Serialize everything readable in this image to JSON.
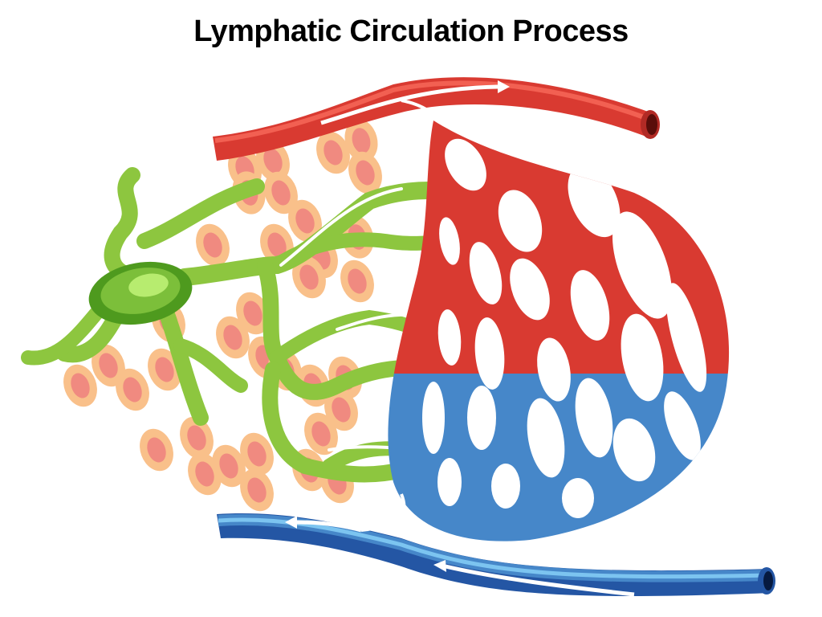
{
  "title": "Lymphatic Circulation Process",
  "colors": {
    "artery": "#d93a31",
    "artery_dark": "#b22a25",
    "artery_light": "#f26052",
    "vein": "#4687c9",
    "vein_dark": "#2456a4",
    "vein_light": "#7cc4f0",
    "lymph": "#8dc63f",
    "lymph_dark": "#4e9a1e",
    "lymph_light": "#b7ec6f",
    "cell_outer": "#f9c08a",
    "cell_inner": "#f08a80",
    "arrow": "#ffffff"
  },
  "components": [
    {
      "name": "artery",
      "flow": "left-to-right"
    },
    {
      "name": "capillary-bed",
      "arterial_side": "top",
      "venous_side": "bottom"
    },
    {
      "name": "lymphatic-vessels",
      "flow": "right-to-left"
    },
    {
      "name": "lymph-node"
    },
    {
      "name": "tissue-cells"
    },
    {
      "name": "vein",
      "flow": "right-to-left"
    }
  ]
}
